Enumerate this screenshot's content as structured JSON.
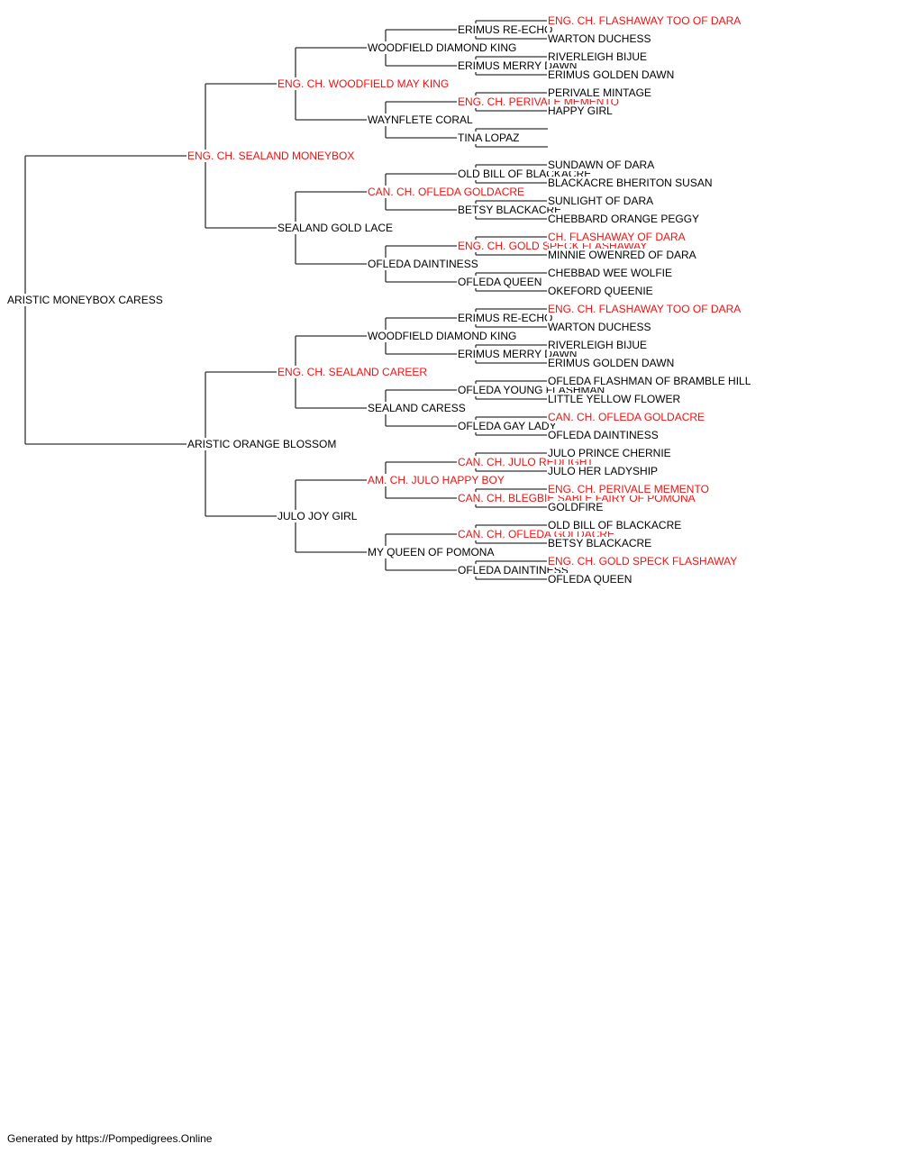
{
  "pedigree": {
    "subject": {
      "name": "ARISTIC MONEYBOX CARESS",
      "champion": false
    },
    "parents": [
      {
        "name": "ENG. CH. SEALAND MONEYBOX",
        "champion": true
      },
      {
        "name": "ARISTIC ORANGE BLOSSOM",
        "champion": false
      }
    ],
    "grandparents": [
      {
        "name": "ENG. CH. WOODFIELD MAY KING",
        "champion": true
      },
      {
        "name": "SEALAND GOLD LACE",
        "champion": false
      },
      {
        "name": "ENG. CH. SEALAND CAREER",
        "champion": true
      },
      {
        "name": "JULO JOY GIRL",
        "champion": false
      }
    ],
    "great_grandparents": [
      {
        "name": "WOODFIELD DIAMOND KING",
        "champion": false
      },
      {
        "name": "WAYNFLETE CORAL",
        "champion": false
      },
      {
        "name": "CAN. CH. OFLEDA GOLDACRE",
        "champion": true
      },
      {
        "name": "OFLEDA DAINTINESS",
        "champion": false
      },
      {
        "name": "WOODFIELD DIAMOND KING",
        "champion": false
      },
      {
        "name": "SEALAND CARESS",
        "champion": false
      },
      {
        "name": "AM. CH. JULO HAPPY BOY",
        "champion": true
      },
      {
        "name": "MY QUEEN OF POMONA",
        "champion": false
      }
    ],
    "gen4": [
      {
        "name": "ERIMUS RE-ECHO",
        "champion": false
      },
      {
        "name": "ERIMUS MERRY DAWN",
        "champion": false
      },
      {
        "name": "ENG. CH. PERIVALE MEMENTO",
        "champion": true
      },
      {
        "name": "TINA LOPAZ",
        "champion": false
      },
      {
        "name": "OLD BILL OF BLACKACRE",
        "champion": false
      },
      {
        "name": "BETSY BLACKACRE",
        "champion": false
      },
      {
        "name": "ENG. CH. GOLD SPECK FLASHAWAY",
        "champion": true
      },
      {
        "name": "OFLEDA QUEEN",
        "champion": false
      },
      {
        "name": "ERIMUS RE-ECHO",
        "champion": false
      },
      {
        "name": "ERIMUS MERRY DAWN",
        "champion": false
      },
      {
        "name": "OFLEDA YOUNG FLASHMAN",
        "champion": false
      },
      {
        "name": "OFLEDA GAY LADY",
        "champion": false
      },
      {
        "name": "CAN. CH. JULO REDLIGHT",
        "champion": true
      },
      {
        "name": "CAN. CH. BLEGBIE SABLE FAIRY OF POMONA",
        "champion": true
      },
      {
        "name": "CAN. CH. OFLEDA GOLDACRE",
        "champion": true
      },
      {
        "name": "OFLEDA DAINTINESS",
        "champion": false
      }
    ],
    "gen5": [
      {
        "name": "ENG. CH. FLASHAWAY TOO OF DARA",
        "champion": true
      },
      {
        "name": "WARTON DUCHESS",
        "champion": false
      },
      {
        "name": "RIVERLEIGH BIJUE",
        "champion": false
      },
      {
        "name": "ERIMUS GOLDEN DAWN",
        "champion": false
      },
      {
        "name": "PERIVALE MINTAGE",
        "champion": false
      },
      {
        "name": "HAPPY GIRL",
        "champion": false
      },
      {
        "name": "",
        "champion": false
      },
      {
        "name": "",
        "champion": false
      },
      {
        "name": "SUNDAWN OF DARA",
        "champion": false
      },
      {
        "name": "BLACKACRE BHERITON SUSAN",
        "champion": false
      },
      {
        "name": "SUNLIGHT OF DARA",
        "champion": false
      },
      {
        "name": "CHEBBARD ORANGE PEGGY",
        "champion": false
      },
      {
        "name": "CH. FLASHAWAY OF DARA",
        "champion": true
      },
      {
        "name": "MINNIE OWENRED OF DARA",
        "champion": false
      },
      {
        "name": "CHEBBAD WEE WOLFIE",
        "champion": false
      },
      {
        "name": "OKEFORD QUEENIE",
        "champion": false
      },
      {
        "name": "ENG. CH. FLASHAWAY TOO OF DARA",
        "champion": true
      },
      {
        "name": "WARTON DUCHESS",
        "champion": false
      },
      {
        "name": "RIVERLEIGH BIJUE",
        "champion": false
      },
      {
        "name": "ERIMUS GOLDEN DAWN",
        "champion": false
      },
      {
        "name": "OFLEDA FLASHMAN OF BRAMBLE HILL",
        "champion": false
      },
      {
        "name": "LITTLE YELLOW FLOWER",
        "champion": false
      },
      {
        "name": "CAN. CH. OFLEDA GOLDACRE",
        "champion": true
      },
      {
        "name": "OFLEDA DAINTINESS",
        "champion": false
      },
      {
        "name": "JULO PRINCE CHERNIE",
        "champion": false
      },
      {
        "name": "JULO HER LADYSHIP",
        "champion": false
      },
      {
        "name": "ENG. CH. PERIVALE MEMENTO",
        "champion": true
      },
      {
        "name": "GOLDFIRE",
        "champion": false
      },
      {
        "name": "OLD BILL OF BLACKACRE",
        "champion": false
      },
      {
        "name": "BETSY BLACKACRE",
        "champion": false
      },
      {
        "name": "ENG. CH. GOLD SPECK FLASHAWAY",
        "champion": true
      },
      {
        "name": "OFLEDA QUEEN",
        "champion": false
      }
    ]
  },
  "colors": {
    "champion": "#ee1111",
    "normal": "#000000",
    "line": "#333333"
  },
  "footer": "Generated by https://Pompedigrees.Online"
}
